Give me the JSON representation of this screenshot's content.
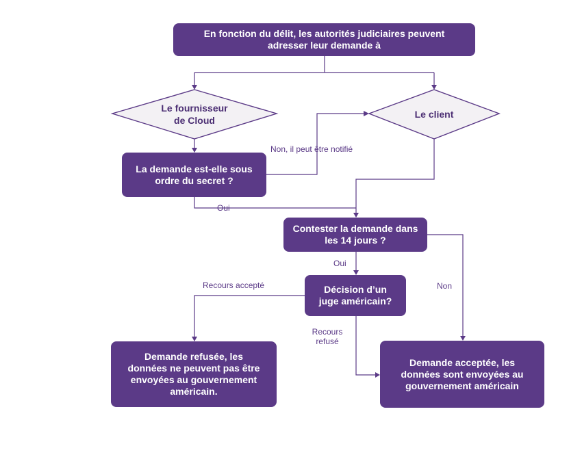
{
  "diagram": {
    "nodes": {
      "start": "En fonction du délit, les autorités judiciaires peuvent adresser leur demande à",
      "provider": "Le fournisseur de Cloud",
      "client": "Le client",
      "secret": "La demande est-elle sous ordre du secret ?",
      "contest": "Contester la demande dans les 14 jours ?",
      "judge": "Décision d’un juge américain?",
      "refused": "Demande refusée, les données ne peuvent pas être envoyées au gouvernement américain.",
      "accepted": "Demande acceptée, les données sont envoyées au gouvernement américain"
    },
    "edges": {
      "notify": "Non, il peut être notifié",
      "secret_yes": "Oui",
      "contest_yes": "Oui",
      "contest_no": "Non",
      "appeal_accepted": "Recours accepté",
      "appeal_refused": "Recours refusé"
    }
  },
  "colors": {
    "box": "#5b3a87",
    "diamond_fill": "#f3f1f4",
    "text_on_box": "#ffffff"
  }
}
